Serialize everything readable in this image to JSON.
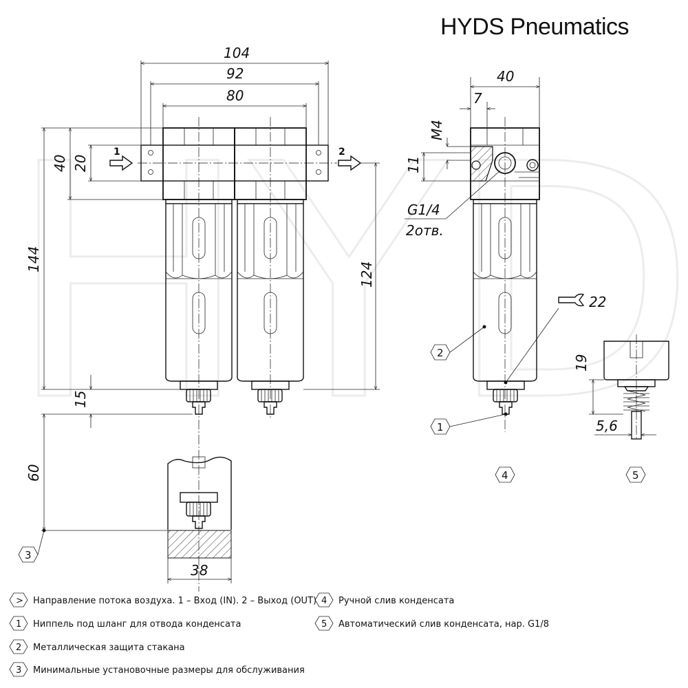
{
  "brand": "HYDS Pneumatics",
  "watermark": "HYDS",
  "dimensions": {
    "d104": "104",
    "d92": "92",
    "d80": "80",
    "d40_side": "40",
    "d7": "7",
    "m4": "M4",
    "d11": "11",
    "d40_front": "40",
    "d20": "20",
    "d144": "144",
    "d124": "124",
    "d15": "15",
    "d60": "60",
    "d38": "38",
    "d22": "22",
    "d19": "19",
    "d5_6": "5,6",
    "g14": "G1/4",
    "holes": "2отв."
  },
  "flow": {
    "in": "1",
    "out": "2"
  },
  "callouts": {
    "c1": "1",
    "c2": "2",
    "c3": "3",
    "c4": "4",
    "c5": "5"
  },
  "legend": [
    {
      "marker": ">",
      "text": "Направление потока воздуха. 1 – Вход (IN). 2 – Выход (OUT)"
    },
    {
      "marker": "1",
      "text": "Ниппель под шланг для отвода конденсата"
    },
    {
      "marker": "2",
      "text": "Металлическая защита стакана"
    },
    {
      "marker": "3",
      "text": "Минимальные установочные размеры для обслуживания"
    },
    {
      "marker": "4",
      "text": "Ручной слив конденсата"
    },
    {
      "marker": "5",
      "text": "Автоматический слив конденсата, нар. G1/8"
    }
  ]
}
